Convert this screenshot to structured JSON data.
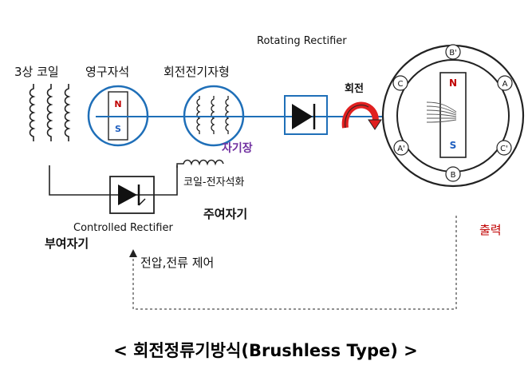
{
  "labels": {
    "coil_3phase": "3상 코일",
    "permanent_magnet": "영구자석",
    "rotating_field": "회전전기자형",
    "rotating_rectifier": "Rotating Rectifier",
    "rotation": "회전",
    "magnetic_field": "자기장",
    "coil_electromagnet": "코일-전자석화",
    "main_exciter": "주여자기",
    "controlled_rectifier": "Controlled Rectifier",
    "sub_exciter": "부여자기",
    "voltage_current_control": "전압,전류 제어",
    "output": "출력",
    "title": "< 회전정류기방식(Brushless  Type) >"
  },
  "magnet_poles": {
    "north": "N",
    "south": "S"
  },
  "generator_poles": {
    "top": "B'",
    "upper_left": "C",
    "upper_right": "A",
    "lower_left": "A'",
    "lower_right": "C'",
    "bottom": "B"
  },
  "colors": {
    "line_blue": "#1f6fb8",
    "arrow_red": "#e02020",
    "north_red": "#c00000",
    "south_blue": "#1f5fbf",
    "field_purple": "#7030a0",
    "output_red": "#c00000"
  },
  "icons": [
    "diode-icon",
    "rotation-arrow-icon",
    "coil-icon",
    "magnet-icon"
  ]
}
